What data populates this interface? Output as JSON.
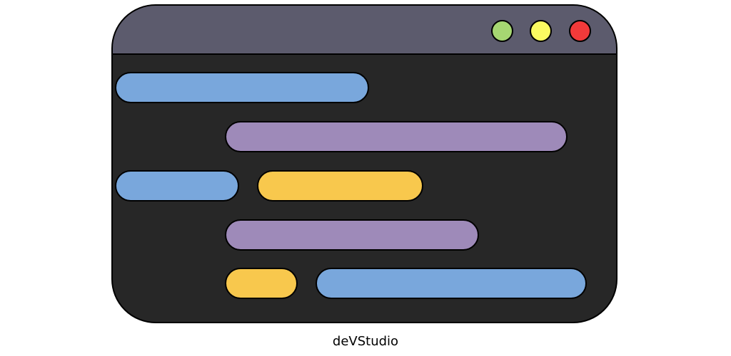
{
  "app": {
    "caption": "deVStudio"
  },
  "colors": {
    "titlebar": "#5c5b6d",
    "background": "#272727",
    "blue": "#79a7dc",
    "purple": "#9e8ab9",
    "yellow": "#f8c84d",
    "dot_green": "#a6d772",
    "dot_yellow": "#fbfb61",
    "dot_red": "#f23a3a"
  },
  "window_controls": [
    {
      "name": "green",
      "color": "#a6d772"
    },
    {
      "name": "yellow",
      "color": "#fbfb61"
    },
    {
      "name": "red",
      "color": "#f23a3a"
    }
  ],
  "code_lines": [
    [
      {
        "color": "blue"
      }
    ],
    [
      {
        "color": "purple"
      }
    ],
    [
      {
        "color": "blue"
      },
      {
        "color": "yellow"
      }
    ],
    [
      {
        "color": "purple"
      }
    ],
    [
      {
        "color": "yellow"
      },
      {
        "color": "blue"
      }
    ]
  ]
}
